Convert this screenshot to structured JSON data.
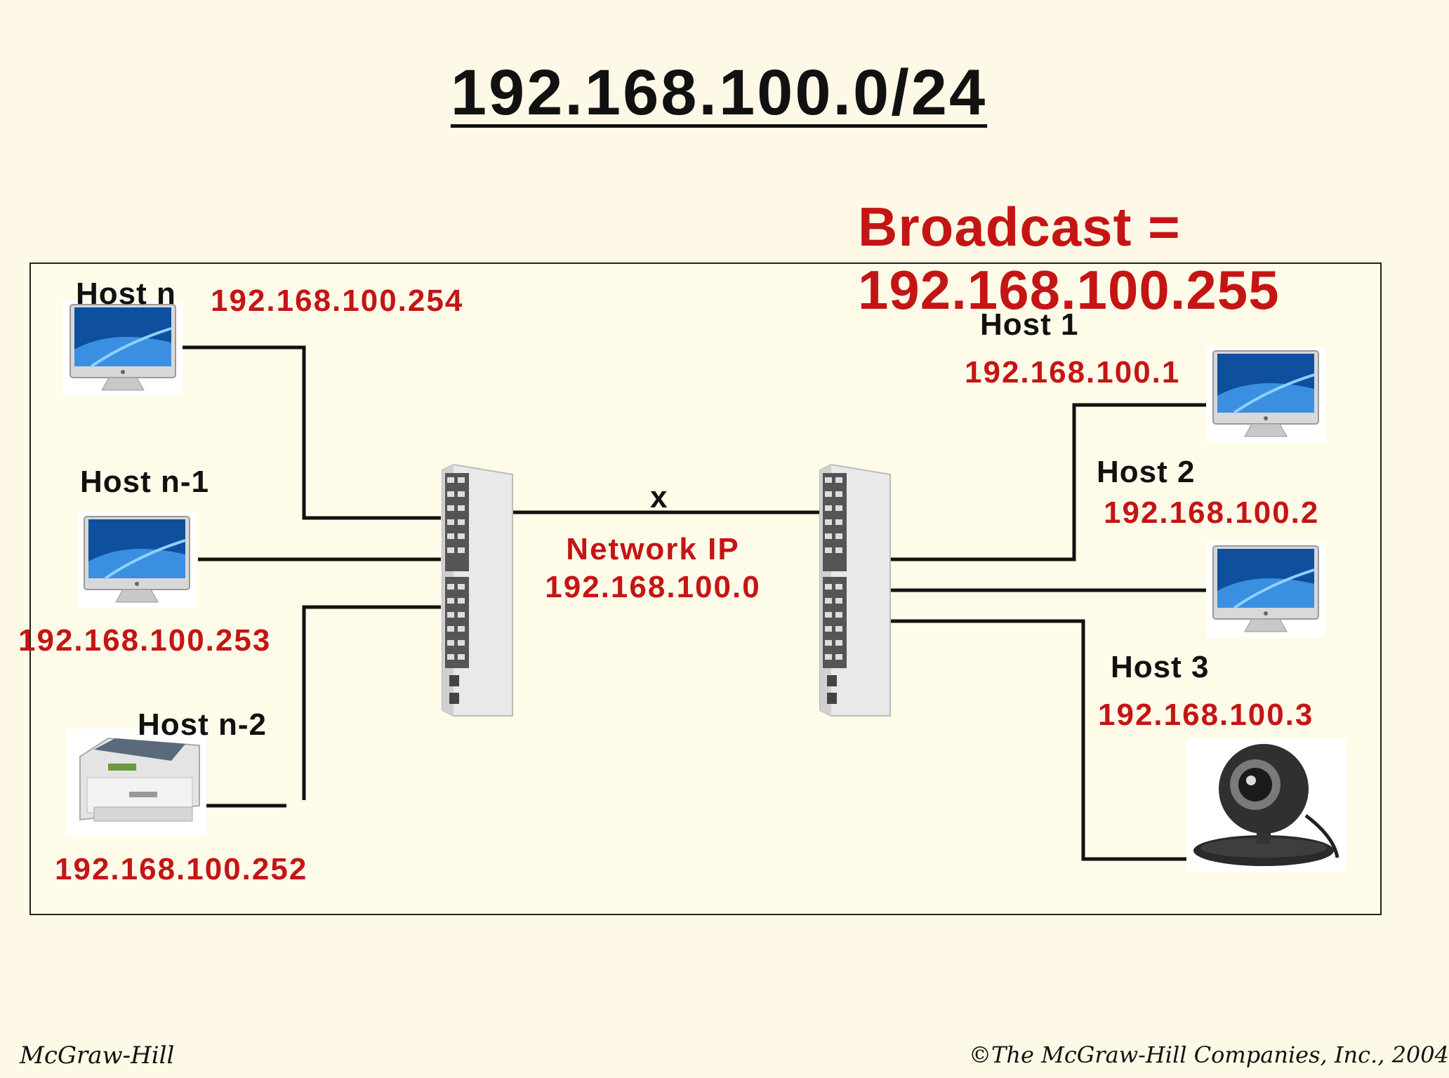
{
  "title": "192.168.100.0/24",
  "broadcast": {
    "line1": "Broadcast =",
    "line2": "192.168.100.255"
  },
  "link_mark": "x",
  "network": {
    "label": "Network IP",
    "ip": "192.168.100.0"
  },
  "hosts_left": [
    {
      "name": "Host n",
      "ip": "192.168.100.254",
      "icon": "imac-computer-icon"
    },
    {
      "name": "Host n-1",
      "ip": "192.168.100.253",
      "icon": "imac-computer-icon"
    },
    {
      "name": "Host n-2",
      "ip": "192.168.100.252",
      "icon": "laser-printer-icon"
    }
  ],
  "hosts_right": [
    {
      "name": "Host 1",
      "ip": "192.168.100.1",
      "icon": "imac-computer-icon"
    },
    {
      "name": "Host 2",
      "ip": "192.168.100.2",
      "icon": "imac-computer-icon"
    },
    {
      "name": "Host 3",
      "ip": "192.168.100.3",
      "icon": "webcam-icon"
    }
  ],
  "switches": [
    {
      "icon": "network-switch-icon"
    },
    {
      "icon": "network-switch-icon"
    }
  ],
  "footer": {
    "left": "McGraw-Hill",
    "right": "©The McGraw-Hill Companies, Inc., 2004"
  },
  "colors": {
    "background": "#fdf9e6",
    "ip_text": "#c41515",
    "wire": "#111111"
  }
}
